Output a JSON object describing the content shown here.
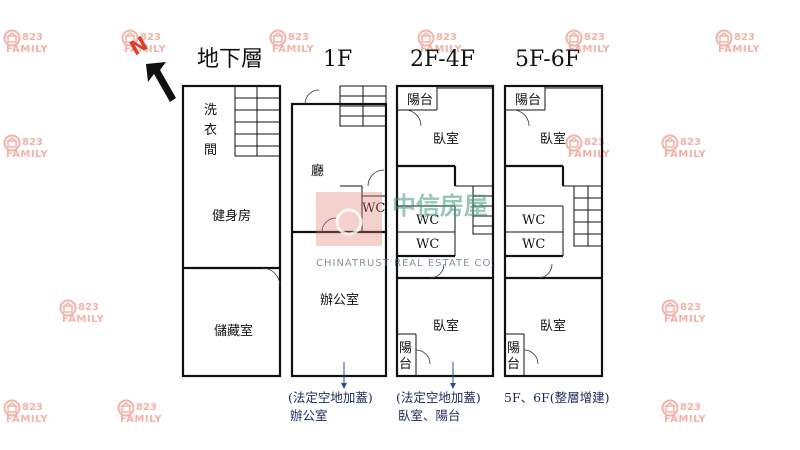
{
  "titles": {
    "basement": "地下層",
    "floor1": "1F",
    "floor2_4": "2F-4F",
    "floor5_6": "5F-6F"
  },
  "north": {
    "letter": "N",
    "icon": "north-arrow-icon"
  },
  "rooms": {
    "laundry": [
      "洗",
      "衣",
      "間"
    ],
    "gym": "健身房",
    "storage": "儲藏室",
    "hall": "廳",
    "wc_1f": "WC",
    "office": "辦公室",
    "balcony_top_24": "陽台",
    "bedroom_top_24": "臥室",
    "wc_24_a": "WC",
    "wc_24_b": "WC",
    "bedroom_bottom_24": "臥室",
    "balcony_bottom_24": [
      "陽",
      "台"
    ],
    "balcony_top_56": "陽台",
    "bedroom_top_56": "臥室",
    "wc_56_a": "WC",
    "wc_56_b": "WC",
    "bedroom_bottom_56": "臥室",
    "balcony_bottom_56": [
      "陽",
      "台"
    ]
  },
  "notes": {
    "n1_line1": "(法定空地加蓋)",
    "n1_line2": "辦公室",
    "n2_line1": "(法定空地加蓋)",
    "n2_line2": "臥室、陽台",
    "n3_line1": "5F、6F(整層增建)"
  },
  "watermark": {
    "number": "823",
    "family": "FAMILY",
    "icon": "house-logo-icon"
  },
  "center_mark": {
    "chinese": "中信房屋",
    "english": "CHINATRUST REAL ESTATE CO."
  },
  "colors": {
    "watermark": "#f2b3a8",
    "north": "#e53b2c",
    "center_logo": "#3f9a76",
    "note_arrow": "#2a4a9a"
  }
}
